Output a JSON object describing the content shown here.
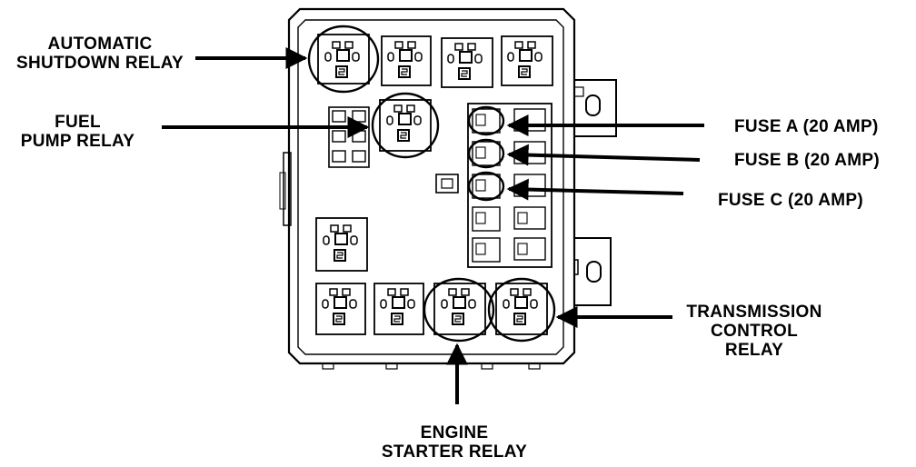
{
  "labels": {
    "automatic_shutdown_relay": [
      "AUTOMATIC",
      "SHUTDOWN RELAY"
    ],
    "fuel_pump_relay": [
      "FUEL",
      "PUMP RELAY"
    ],
    "fuse_a": "FUSE A (20 AMP)",
    "fuse_b": "FUSE B (20 AMP)",
    "fuse_c": "FUSE C (20 AMP)",
    "transmission_control_relay": [
      "TRANSMISSION",
      "CONTROL",
      "RELAY"
    ],
    "engine_starter_relay": [
      "ENGINE",
      "STARTER RELAY"
    ]
  },
  "colors": {
    "ink": "#000000",
    "paper": "#ffffff"
  }
}
